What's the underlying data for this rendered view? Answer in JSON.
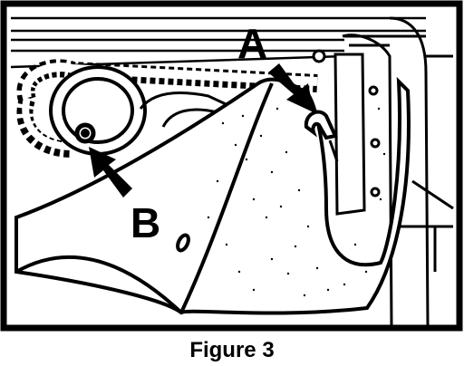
{
  "figure": {
    "callouts": {
      "a": "A",
      "b": "B"
    },
    "caption": "Figure 3"
  },
  "colors": {
    "ink": "#000000",
    "paper": "#ffffff"
  }
}
